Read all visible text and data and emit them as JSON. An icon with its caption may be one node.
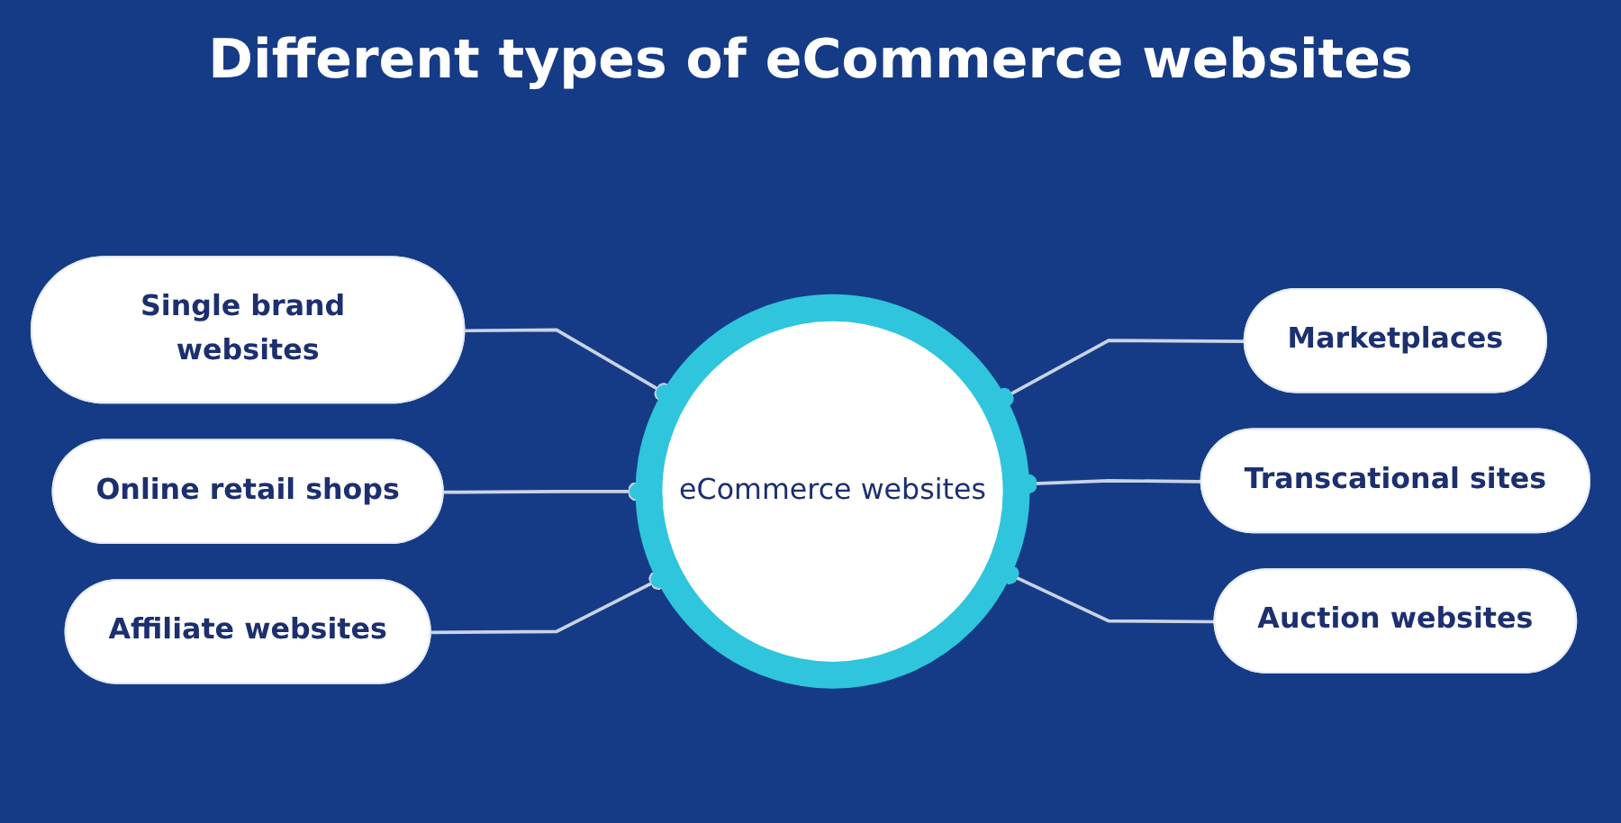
{
  "diagram": {
    "title": "Different types of eCommerce websites",
    "nodes": [
      {
        "text": [
          "eCommerce websites"
        ]
      },
      {
        "text": [
          "Single brand websites"
        ]
      },
      {
        "text": [
          "Online retail shops"
        ]
      },
      {
        "text": [
          "Affiliate websites"
        ]
      },
      {
        "text": [
          "Marketplaces"
        ]
      },
      {
        "text": [
          "Transcational sites"
        ]
      },
      {
        "text": [
          "Auction websites"
        ]
      }
    ],
    "edges": [
      {
        "from": 1,
        "to": 0,
        "arrow": "other"
      },
      {
        "from": 2,
        "to": 0,
        "arrow": "other"
      },
      {
        "from": 3,
        "to": 0,
        "arrow": "other"
      },
      {
        "from": 4,
        "to": 0,
        "arrow": "other"
      },
      {
        "from": 5,
        "to": 0,
        "arrow": "other"
      },
      {
        "from": 6,
        "to": 0,
        "arrow": "other"
      }
    ]
  }
}
